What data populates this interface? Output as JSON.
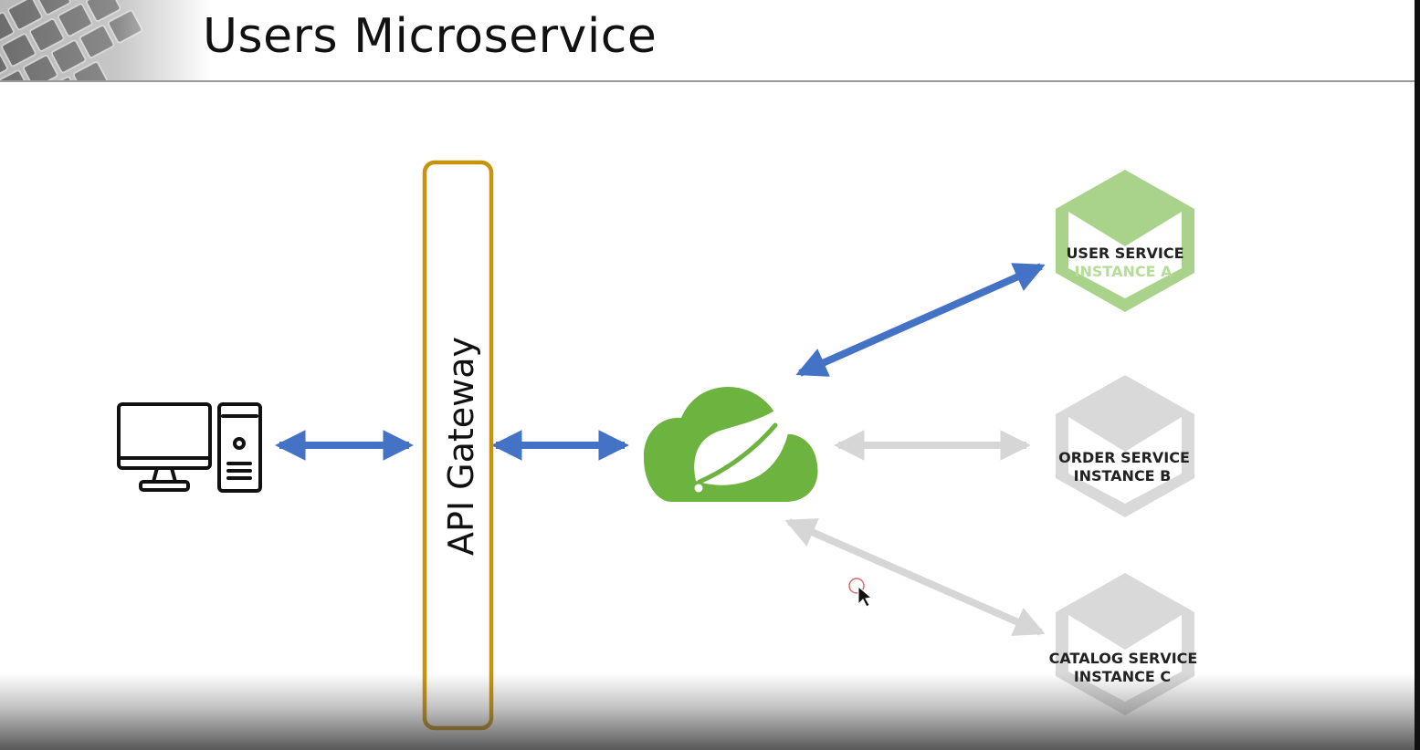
{
  "slide": {
    "title": "Users Microservice"
  },
  "gateway": {
    "label": "API Gateway",
    "border_color": "#c8940e"
  },
  "client": {
    "icon": "desktop-computer-icon"
  },
  "discovery": {
    "icon": "spring-cloud-icon",
    "color": "#6db33f"
  },
  "services": [
    {
      "line1": "USER SERVICE",
      "line2": "INSTANCE A",
      "state": "active",
      "color": "#a9d38a",
      "line2_color": "#b5dd97"
    },
    {
      "line1": "ORDER SERVICE",
      "line2": "INSTANCE B",
      "state": "inactive",
      "color": "#d9d9d9",
      "line2_color": "#222222"
    },
    {
      "line1": "CATALOG SERVICE",
      "line2": "INSTANCE C",
      "state": "inactive",
      "color": "#d9d9d9",
      "line2_color": "#222222"
    }
  ],
  "arrows": {
    "active_color": "#4472c4",
    "inactive_color": "#d6d6d6"
  }
}
